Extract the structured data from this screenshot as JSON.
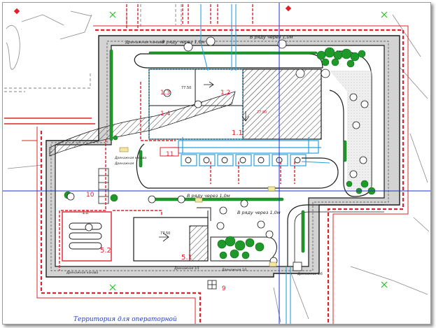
{
  "drawing": {
    "colors": {
      "background": "#ffffff",
      "paving": "#d3d3d3",
      "lines": "#1a1a1a",
      "boundary_red": "#e0202a",
      "axis_blue": "#1f2fd8",
      "utility_blue": "#2aa0d8",
      "green": "#1f9a2a",
      "building_hatch": "#333333"
    },
    "notes": {
      "pipe_top_1": "Дренажная канава",
      "spacing_top_left": "В ряду через 1,0м",
      "spacing_top_right": "В ряду через 1,0м",
      "spacing_mid": "В ряду через 1,0м",
      "spacing_bottom": "В ряду через 1,0м",
      "left_ditch_1": "Дренажная канава",
      "left_ditch_2": "Дренажная",
      "bottom_ditch_1": "Дренажная канава",
      "bottom_ditch_2": "Дренажная 1/1",
      "bottom_ditch_3": "Дренажная 1/1",
      "right_ditch": "Дренажная 1/6",
      "territory_caption": "Территория для операторной"
    },
    "buildings": {
      "b1_1": "1.1",
      "b1_2": "1.2",
      "b1_3": "1.3",
      "b1_4": "1.4",
      "b5_1": "5.1",
      "b5_2": "5.2",
      "b9": "9",
      "b10": "10",
      "b11": "11",
      "b12": "12",
      "elev_1": "77.50",
      "elev_2": "77.80",
      "elev_3": "77.50"
    }
  }
}
